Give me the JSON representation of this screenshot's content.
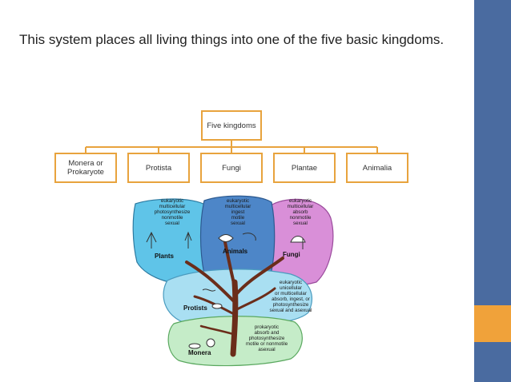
{
  "slide": {
    "heading": "This system places all living things into one of the five basic kingdoms.",
    "colors": {
      "sidebar": "#4a6ba0",
      "accent": "#f0a23a",
      "box_border": "#e8a33d"
    }
  },
  "org_chart": {
    "root": "Five kingdoms",
    "children": [
      "Monera or Prokaryote",
      "Protista",
      "Fungi",
      "Plantae",
      "Animalia"
    ]
  },
  "tree": {
    "plants": {
      "title": "Plants",
      "traits": [
        "eukaryotic",
        "multicellular",
        "photosynthesize",
        "nonmotile",
        "sexual"
      ]
    },
    "animals": {
      "title": "Animals",
      "traits": [
        "eukaryotic",
        "multicellular",
        "ingest",
        "motile",
        "sexual"
      ]
    },
    "fungi": {
      "title": "Fungi",
      "traits": [
        "eukaryotic",
        "multicellular",
        "absorb",
        "nonmotile",
        "sexual"
      ]
    },
    "protists": {
      "title": "Protists",
      "traits": [
        "eukaryotic",
        "unicellular",
        "or multicellular",
        "absorb, ingest, or",
        "photosynthesize",
        "sexual and asexual"
      ]
    },
    "monera": {
      "title": "Monera",
      "traits": [
        "prokaryotic",
        "absorb and",
        "photosynthesize",
        "motile or nonmotile",
        "asexual"
      ]
    }
  }
}
